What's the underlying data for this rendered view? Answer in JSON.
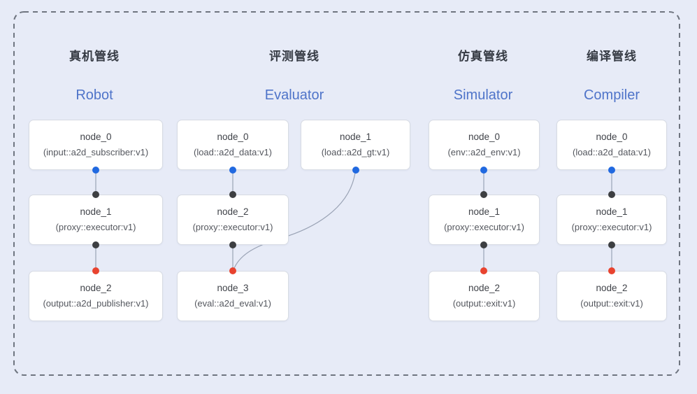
{
  "colors": {
    "background": "#e7ebf7",
    "dashed_border": "#6f7580",
    "node_fill": "#ffffff",
    "node_border": "#d7dbe3",
    "edge": "#9aa3b5",
    "source_port_dot": "#2169e0",
    "proxy_port_dot": "#3d3f42",
    "sink_port_dot": "#e8432f",
    "cn_title_color": "#363b44",
    "en_title_color": "#4f74c9"
  },
  "pipelines": [
    {
      "cn_title": "真机管线",
      "en_title": "Robot",
      "nodes": [
        {
          "name": "node_0",
          "type": "(input::a2d_subscriber:v1)"
        },
        {
          "name": "node_1",
          "type": "(proxy::executor:v1)"
        },
        {
          "name": "node_2",
          "type": "(output::a2d_publisher:v1)"
        }
      ],
      "edges": [
        {
          "from": "node_0",
          "to": "node_1"
        },
        {
          "from": "node_1",
          "to": "node_2"
        }
      ]
    },
    {
      "cn_title": "评测管线",
      "en_title": "Evaluator",
      "nodes": [
        {
          "name": "node_0",
          "type": "(load::a2d_data:v1)"
        },
        {
          "name": "node_1",
          "type": "(load::a2d_gt:v1)"
        },
        {
          "name": "node_2",
          "type": "(proxy::executor:v1)"
        },
        {
          "name": "node_3",
          "type": "(eval::a2d_eval:v1)"
        }
      ],
      "edges": [
        {
          "from": "node_0",
          "to": "node_2"
        },
        {
          "from": "node_2",
          "to": "node_3"
        },
        {
          "from": "node_1",
          "to": "node_3"
        }
      ]
    },
    {
      "cn_title": "仿真管线",
      "en_title": "Simulator",
      "nodes": [
        {
          "name": "node_0",
          "type": "(env::a2d_env:v1)"
        },
        {
          "name": "node_1",
          "type": "(proxy::executor:v1)"
        },
        {
          "name": "node_2",
          "type": "(output::exit:v1)"
        }
      ],
      "edges": [
        {
          "from": "node_0",
          "to": "node_1"
        },
        {
          "from": "node_1",
          "to": "node_2"
        }
      ]
    },
    {
      "cn_title": "编译管线",
      "en_title": "Compiler",
      "nodes": [
        {
          "name": "node_0",
          "type": "(load::a2d_data:v1)"
        },
        {
          "name": "node_1",
          "type": "(proxy::executor:v1)"
        },
        {
          "name": "node_2",
          "type": "(output::exit:v1)"
        }
      ],
      "edges": [
        {
          "from": "node_0",
          "to": "node_1"
        },
        {
          "from": "node_1",
          "to": "node_2"
        }
      ]
    }
  ]
}
